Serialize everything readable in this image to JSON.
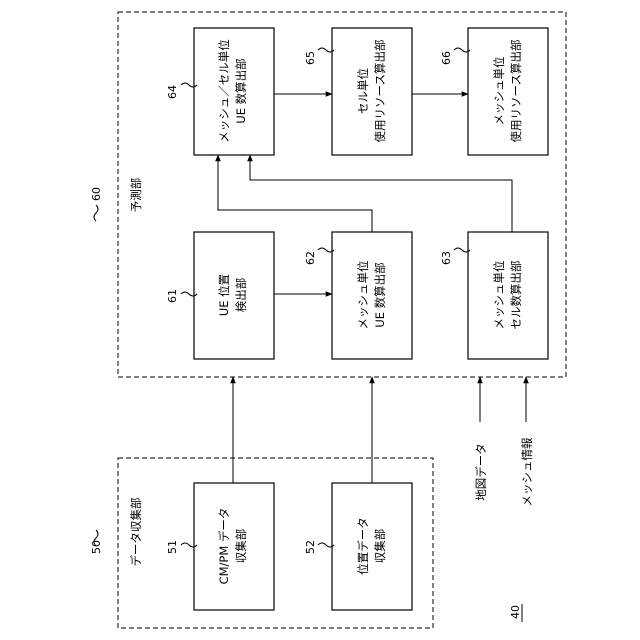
{
  "figure_ref": "40",
  "groups": {
    "prediction": {
      "ref": "60",
      "label": "予測部"
    },
    "collection": {
      "ref": "50",
      "label": "データ収集部"
    }
  },
  "blocks": [
    {
      "ref": "64",
      "lines": [
        "メッシュ／セル単位",
        "UE 数算出部"
      ]
    },
    {
      "ref": "65",
      "lines": [
        "セル単位",
        "使用リソース算出部"
      ]
    },
    {
      "ref": "66",
      "lines": [
        "メッシュ単位",
        "使用リソース算出部"
      ]
    },
    {
      "ref": "61",
      "lines": [
        "UE 位置",
        "検出部"
      ]
    },
    {
      "ref": "62",
      "lines": [
        "メッシュ単位",
        "UE 数算出部"
      ]
    },
    {
      "ref": "63",
      "lines": [
        "メッシュ単位",
        "セル数算出部"
      ]
    },
    {
      "ref": "51",
      "lines": [
        "CM/PM データ",
        "収集部"
      ]
    },
    {
      "ref": "52",
      "lines": [
        "位置データ",
        "収集部"
      ]
    }
  ],
  "inputs": [
    {
      "label": "地図データ"
    },
    {
      "label": "メッシュ情報"
    }
  ]
}
